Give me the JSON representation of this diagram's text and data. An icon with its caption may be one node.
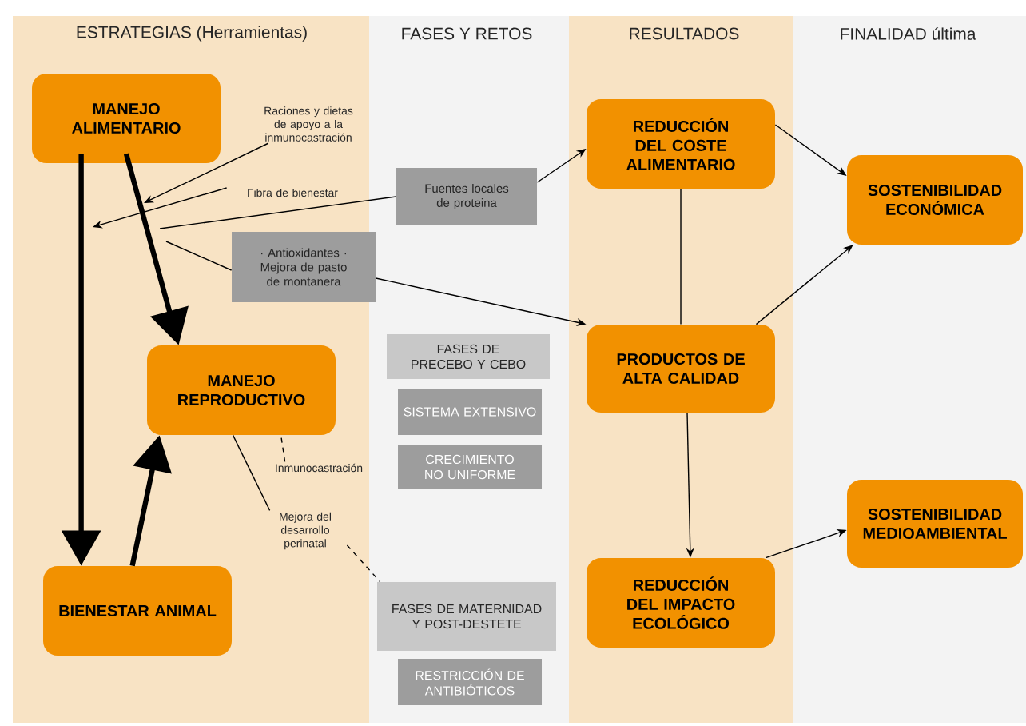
{
  "diagram": {
    "nodes": [
      {
        "text": [
          "MANEJO ALIMENTARIO"
        ]
      },
      {
        "text": [
          "MANEJO REPRODUCTIVO"
        ]
      },
      {
        "text": [
          "BIENESTAR ANIMAL"
        ]
      },
      {
        "text": [
          "REDUCCIÓN DEL COSTE ALIMENTARIO"
        ]
      },
      {
        "text": [
          "PRODUCTOS DE ALTA CALIDAD"
        ]
      },
      {
        "text": [
          "REDUCCIÓN DEL IMPACTO ECOLÓGICO"
        ]
      },
      {
        "text": [
          "SOSTENIBILIDAD ECONÓMICA"
        ]
      },
      {
        "text": [
          "SOSTENIBILIDAD MEDIOAMBIENTAL"
        ]
      },
      {
        "text": [
          "Fuentes locales de proteina"
        ]
      },
      {
        "text": [
          "· Antioxidantes · Mejora de pasto de montanera"
        ]
      },
      {
        "text": [
          "FASES DE PRECEBO Y CEBO"
        ]
      },
      {
        "text": [
          "SISTEMA EXTENSIVO"
        ]
      },
      {
        "text": [
          "CRECIMIENTO NO UNIFORME"
        ]
      },
      {
        "text": [
          "FASES DE MATERNIDAD Y POST-DESTETE"
        ]
      },
      {
        "text": [
          "RESTRICCIÓN DE ANTIBIÓTICOS"
        ]
      },
      {
        "text": [
          "Raciones y dietas de apoyo a la inmunocastración"
        ]
      },
      {
        "text": [
          "Fibra de bienestar"
        ]
      },
      {
        "text": [
          "Inmunocastración"
        ]
      },
      {
        "text": [
          "Mejora del desarrollo perinatal"
        ]
      }
    ],
    "edges": [
      {
        "from": 0,
        "to": 1,
        "arrow": "to",
        "style": "thick"
      },
      {
        "from": 0,
        "to": 2,
        "arrow": "to",
        "style": "thick"
      },
      {
        "from": 2,
        "to": 1,
        "arrow": "to",
        "style": "thick"
      },
      {
        "from": 15,
        "to": null,
        "arrow": "to"
      },
      {
        "from": 16,
        "to": null,
        "arrow": "to"
      },
      {
        "from": 8,
        "to": 3,
        "arrow": "to"
      },
      {
        "from": 8,
        "to": null,
        "arrow": "none"
      },
      {
        "from": 9,
        "to": null,
        "arrow": "none"
      },
      {
        "from": 9,
        "to": 4,
        "arrow": "to"
      },
      {
        "from": 17,
        "to": 1,
        "arrow": "none",
        "style": "dashed"
      },
      {
        "from": 18,
        "to": 1,
        "arrow": "none"
      },
      {
        "from": 18,
        "to": 13,
        "arrow": "none",
        "style": "dashed"
      },
      {
        "from": 3,
        "to": 6,
        "arrow": "to"
      },
      {
        "from": 4,
        "to": 6,
        "arrow": "to"
      },
      {
        "from": 3,
        "to": 4,
        "arrow": "none"
      },
      {
        "from": 4,
        "to": 5,
        "arrow": "to"
      },
      {
        "from": 5,
        "to": 7,
        "arrow": "to"
      }
    ],
    "labels": [
      "ESTRATEGIAS (Herramientas)",
      "FASES Y RETOS",
      "RESULTADOS",
      "FINALIDAD última"
    ]
  }
}
